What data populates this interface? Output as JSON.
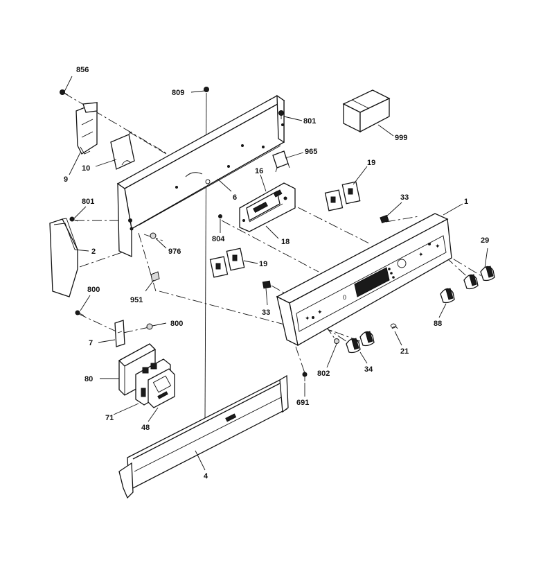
{
  "diagram": {
    "callouts": [
      {
        "id": "p856",
        "text": "856"
      },
      {
        "id": "p809",
        "text": "809"
      },
      {
        "id": "p801a",
        "text": "801"
      },
      {
        "id": "p999",
        "text": "999"
      },
      {
        "id": "p965",
        "text": "965"
      },
      {
        "id": "p9",
        "text": "9"
      },
      {
        "id": "p10",
        "text": "10"
      },
      {
        "id": "p16",
        "text": "16"
      },
      {
        "id": "p19a",
        "text": "19"
      },
      {
        "id": "p6",
        "text": "6"
      },
      {
        "id": "p33a",
        "text": "33"
      },
      {
        "id": "p1",
        "text": "1"
      },
      {
        "id": "p801b",
        "text": "801"
      },
      {
        "id": "p2",
        "text": "2"
      },
      {
        "id": "p976",
        "text": "976"
      },
      {
        "id": "p804",
        "text": "804"
      },
      {
        "id": "p18",
        "text": "18"
      },
      {
        "id": "p29",
        "text": "29"
      },
      {
        "id": "p19b",
        "text": "19"
      },
      {
        "id": "p951",
        "text": "951"
      },
      {
        "id": "p800a",
        "text": "800"
      },
      {
        "id": "p33b",
        "text": "33"
      },
      {
        "id": "p88",
        "text": "88"
      },
      {
        "id": "p800b",
        "text": "800"
      },
      {
        "id": "p7",
        "text": "7"
      },
      {
        "id": "p21",
        "text": "21"
      },
      {
        "id": "p802",
        "text": "802"
      },
      {
        "id": "p34",
        "text": "34"
      },
      {
        "id": "p80",
        "text": "80"
      },
      {
        "id": "p691",
        "text": "691"
      },
      {
        "id": "p71",
        "text": "71"
      },
      {
        "id": "p48",
        "text": "48"
      },
      {
        "id": "p4",
        "text": "4"
      }
    ]
  }
}
